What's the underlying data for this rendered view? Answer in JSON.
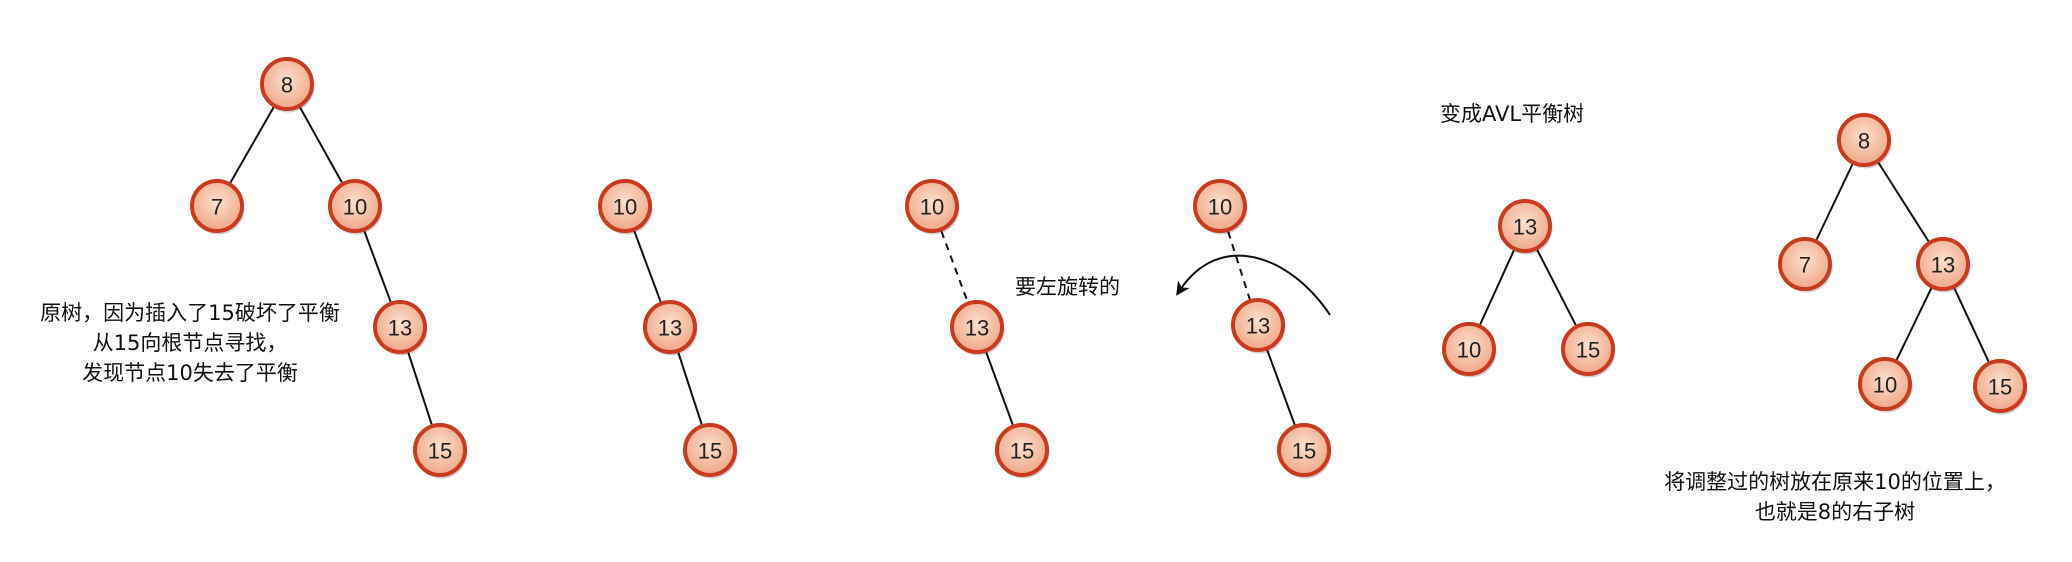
{
  "captions": {
    "original_tree": [
      "原树，因为插入了15破坏了平衡",
      "从15向根节点寻找，",
      "发现节点10失去了平衡"
    ],
    "rotate_left": "要左旋转的",
    "become_avl": "变成AVL平衡树",
    "final_result": [
      "将调整过的树放在原来10的位置上，",
      "也就是8的右子树"
    ]
  },
  "colors": {
    "node_fill_inner": "#fbe0cd",
    "node_fill_outer": "#f0a486",
    "node_stroke": "#c93a1f",
    "edge": "#111111"
  },
  "trees": [
    {
      "name": "original",
      "nodes": [
        {
          "id": "a8",
          "label": "8"
        },
        {
          "id": "a7",
          "label": "7"
        },
        {
          "id": "a10",
          "label": "10"
        },
        {
          "id": "a13",
          "label": "13"
        },
        {
          "id": "a15",
          "label": "15"
        }
      ],
      "edges": [
        {
          "from": "a8",
          "to": "a7",
          "style": "solid"
        },
        {
          "from": "a8",
          "to": "a10",
          "style": "solid"
        },
        {
          "from": "a10",
          "to": "a13",
          "style": "solid"
        },
        {
          "from": "a13",
          "to": "a15",
          "style": "solid"
        }
      ]
    },
    {
      "name": "unbalanced-subtree",
      "nodes": [
        {
          "id": "b10",
          "label": "10"
        },
        {
          "id": "b13",
          "label": "13"
        },
        {
          "id": "b15",
          "label": "15"
        }
      ],
      "edges": [
        {
          "from": "b10",
          "to": "b13",
          "style": "solid"
        },
        {
          "from": "b13",
          "to": "b15",
          "style": "solid"
        }
      ]
    },
    {
      "name": "marked-for-rotation",
      "nodes": [
        {
          "id": "c10",
          "label": "10"
        },
        {
          "id": "c13",
          "label": "13"
        },
        {
          "id": "c15",
          "label": "15"
        }
      ],
      "edges": [
        {
          "from": "c10",
          "to": "c13",
          "style": "dashed"
        },
        {
          "from": "c13",
          "to": "c15",
          "style": "solid"
        }
      ]
    },
    {
      "name": "rotating",
      "nodes": [
        {
          "id": "d10",
          "label": "10"
        },
        {
          "id": "d13",
          "label": "13"
        },
        {
          "id": "d15",
          "label": "15"
        }
      ],
      "edges": [
        {
          "from": "d10",
          "to": "d13",
          "style": "dashed"
        },
        {
          "from": "d13",
          "to": "d15",
          "style": "solid"
        }
      ]
    },
    {
      "name": "balanced-subtree",
      "nodes": [
        {
          "id": "e13",
          "label": "13"
        },
        {
          "id": "e10",
          "label": "10"
        },
        {
          "id": "e15",
          "label": "15"
        }
      ],
      "edges": [
        {
          "from": "e13",
          "to": "e10",
          "style": "solid"
        },
        {
          "from": "e13",
          "to": "e15",
          "style": "solid"
        }
      ]
    },
    {
      "name": "final-tree",
      "nodes": [
        {
          "id": "f8",
          "label": "8"
        },
        {
          "id": "f7",
          "label": "7"
        },
        {
          "id": "f13",
          "label": "13"
        },
        {
          "id": "f10",
          "label": "10"
        },
        {
          "id": "f15",
          "label": "15"
        }
      ],
      "edges": [
        {
          "from": "f8",
          "to": "f7",
          "style": "solid"
        },
        {
          "from": "f8",
          "to": "f13",
          "style": "solid"
        },
        {
          "from": "f13",
          "to": "f10",
          "style": "solid"
        },
        {
          "from": "f13",
          "to": "f15",
          "style": "solid"
        }
      ]
    }
  ]
}
